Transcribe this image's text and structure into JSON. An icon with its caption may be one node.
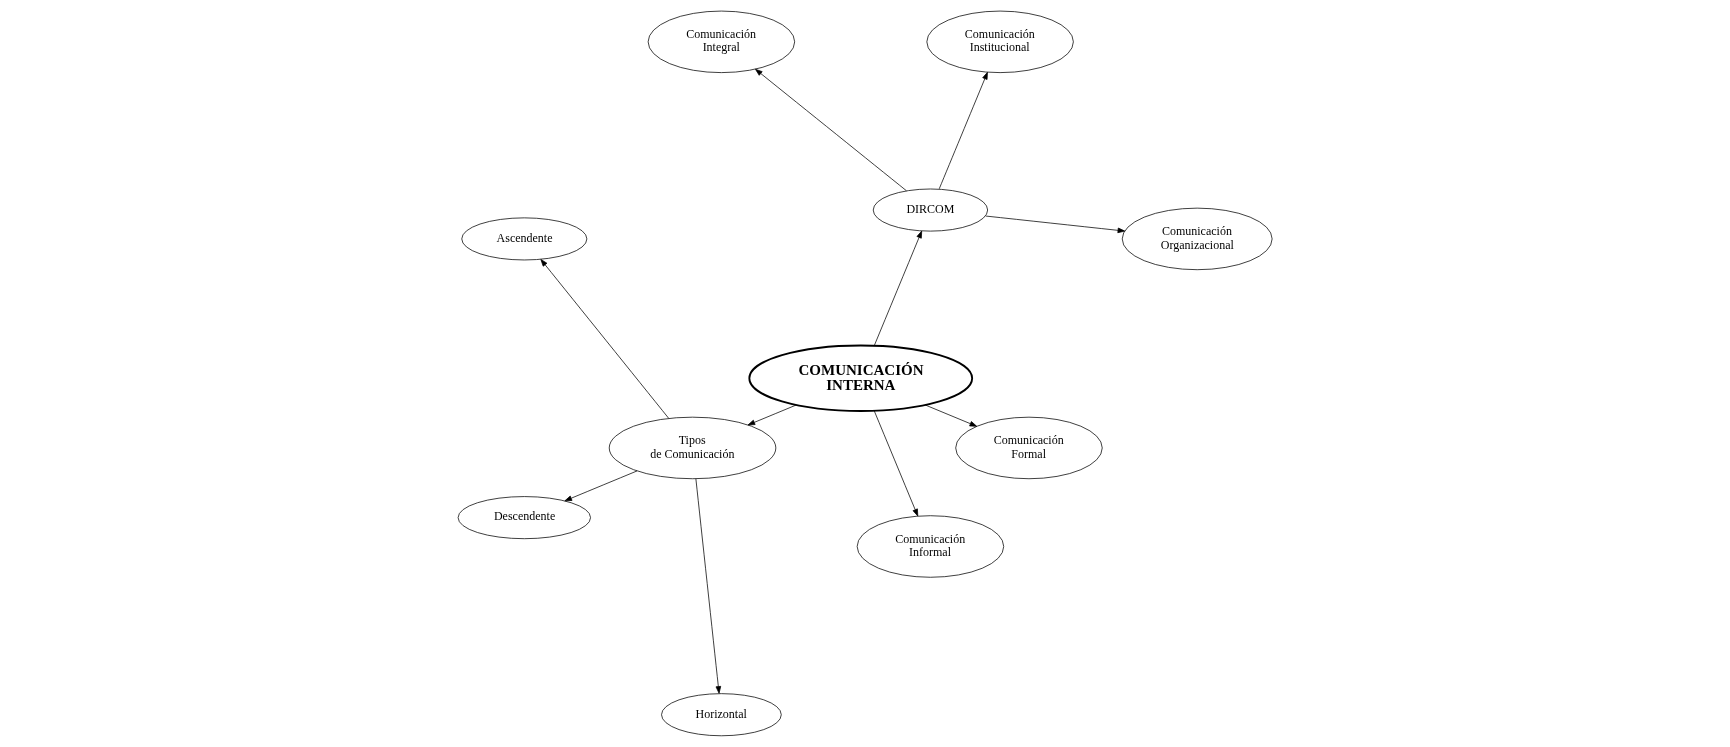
{
  "diagram": {
    "nodes": [
      {
        "text": [
          "COMUNICACIÓN INTERNA"
        ]
      },
      {
        "text": [
          "DIRCOM"
        ]
      },
      {
        "text": [
          "Comunicación Organizacional"
        ]
      },
      {
        "text": [
          "Comunicación Institucional"
        ]
      },
      {
        "text": [
          "Comunicación Integral"
        ]
      },
      {
        "text": [
          "Tipos de Comunicación"
        ]
      },
      {
        "text": [
          "Ascendente"
        ]
      },
      {
        "text": [
          "Descendente"
        ]
      },
      {
        "text": [
          "Horizontal"
        ]
      },
      {
        "text": [
          "Comunicación Informal"
        ]
      },
      {
        "text": [
          "Comunicación Formal"
        ]
      }
    ],
    "edges": [
      {
        "from": 0,
        "to": 1,
        "arrow": "to"
      },
      {
        "from": 1,
        "to": 2,
        "arrow": "to"
      },
      {
        "from": 1,
        "to": 3,
        "arrow": "to"
      },
      {
        "from": 1,
        "to": 4,
        "arrow": "to"
      },
      {
        "from": 0,
        "to": 5,
        "arrow": "to"
      },
      {
        "from": 5,
        "to": 6,
        "arrow": "to"
      },
      {
        "from": 5,
        "to": 7,
        "arrow": "to"
      },
      {
        "from": 5,
        "to": 8,
        "arrow": "to"
      },
      {
        "from": 0,
        "to": 9,
        "arrow": "to"
      },
      {
        "from": 0,
        "to": 10,
        "arrow": "to"
      }
    ]
  }
}
